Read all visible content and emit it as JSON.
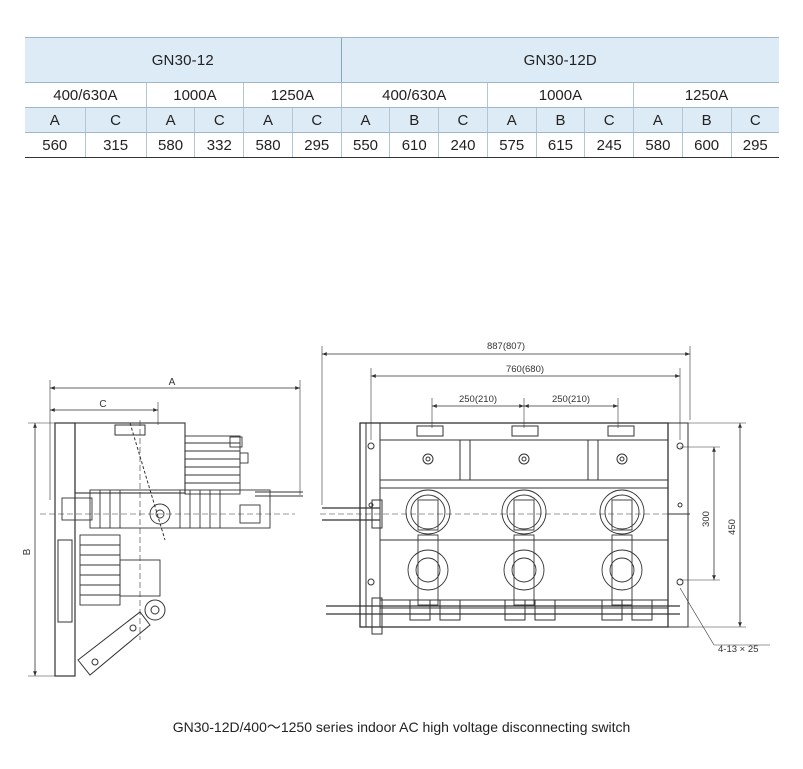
{
  "table": {
    "models": [
      "GN30-12",
      "GN30-12D"
    ],
    "ratings_left": [
      "400/630A",
      "1000A",
      "1250A"
    ],
    "ratings_right": [
      "400/630A",
      "1000A",
      "1250A"
    ],
    "letters": [
      "A",
      "C",
      "A",
      "C",
      "A",
      "C",
      "A",
      "B",
      "C",
      "A",
      "B",
      "C",
      "A",
      "B",
      "C"
    ],
    "values": [
      "560",
      "315",
      "580",
      "332",
      "580",
      "295",
      "550",
      "610",
      "240",
      "575",
      "615",
      "245",
      "580",
      "600",
      "295"
    ]
  },
  "side_view": {
    "dim_A": "A",
    "dim_C": "C",
    "dim_B": "B"
  },
  "front_view": {
    "dim_overall": "887(807)",
    "dim_inner": "760(680)",
    "dim_pitch_1": "250(210)",
    "dim_pitch_2": "250(210)",
    "dim_300": "300",
    "dim_450": "450",
    "holes_note": "4-13 × 25"
  },
  "caption": "GN30-12D/400～1250 series indoor AC high voltage disconnecting switch"
}
